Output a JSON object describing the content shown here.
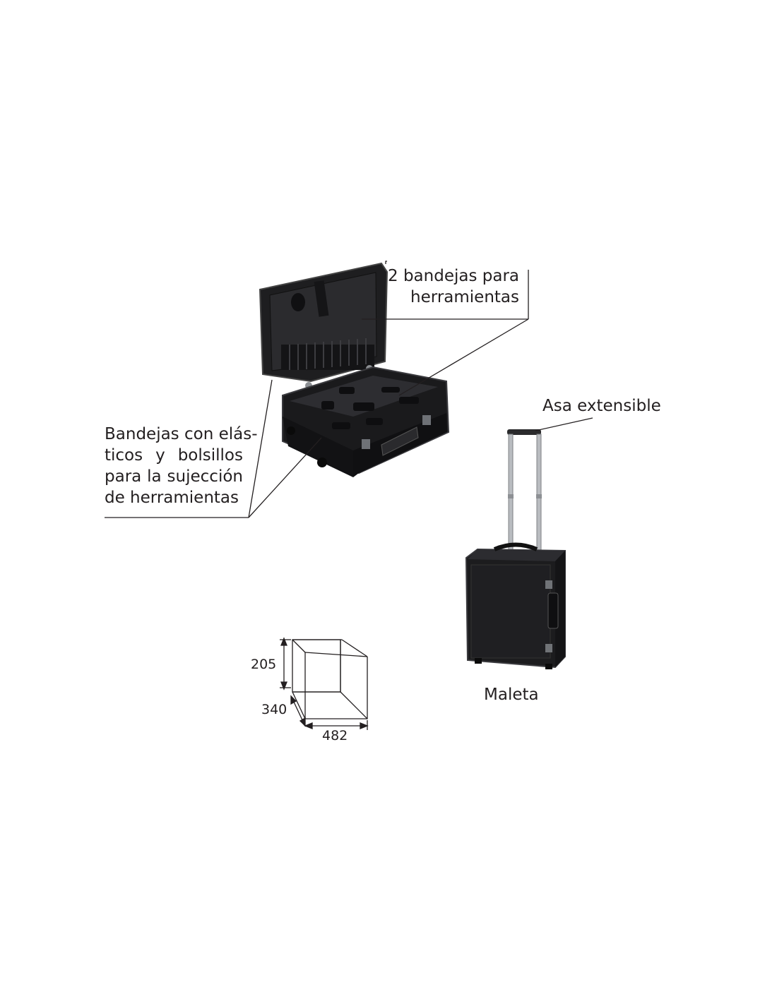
{
  "callouts": {
    "trays_top_line1": "2 bandejas para",
    "trays_top_line2": "herramientas",
    "trays_left_line1": "Bandejas con elás-",
    "trays_left_line2": "ticos y bolsillos",
    "trays_left_line3": "para la sujección",
    "trays_left_line4": "de herramientas",
    "handle": "Asa extensible",
    "case_caption": "Maleta"
  },
  "dimensions": {
    "height": "205",
    "depth": "340",
    "width": "482"
  },
  "colors": {
    "case_body": "#1c1c1e",
    "case_edge": "#3a3a3e",
    "handle_metal": "#b9bcc0",
    "text": "#231f20",
    "line": "#231f20"
  }
}
